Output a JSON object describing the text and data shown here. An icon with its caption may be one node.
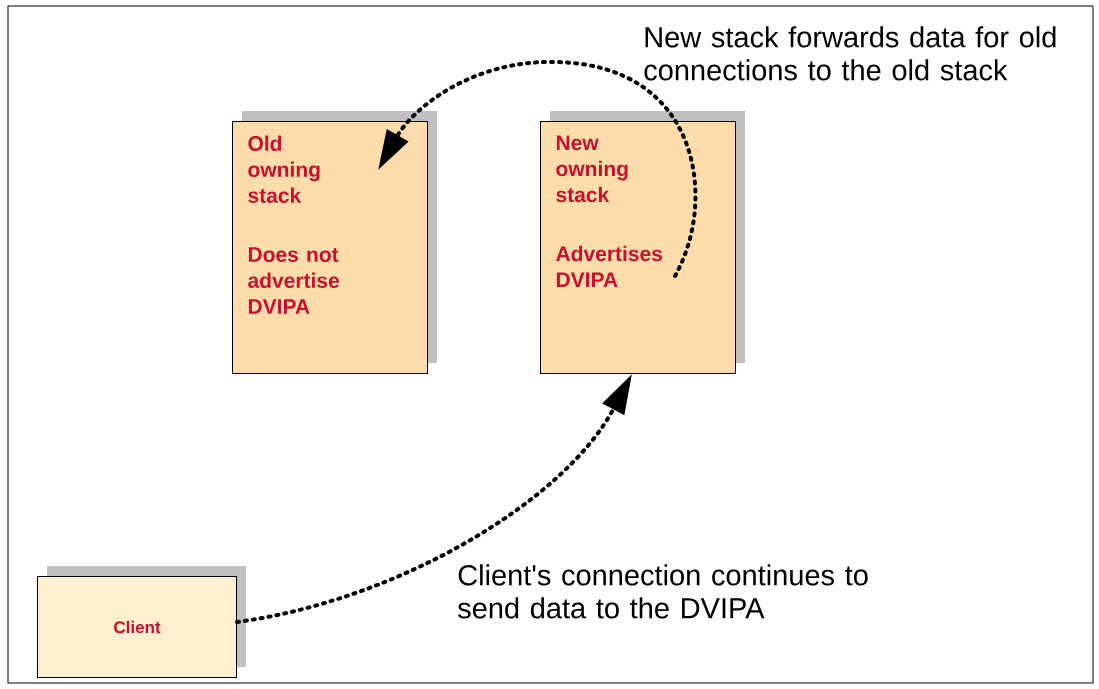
{
  "diagram": {
    "nodes": [
      {
        "text": [
          "Old owning stack",
          "Does not advertise DVIPA"
        ]
      },
      {
        "text": [
          "New owning stack",
          "Advertises DVIPA"
        ]
      },
      {
        "text": [
          "Client"
        ]
      }
    ],
    "edges": [
      {
        "from": 1,
        "to": 0,
        "arrow": "to",
        "label": "New stack forwards data for old connections to the old stack"
      },
      {
        "from": 2,
        "to": 1,
        "arrow": "to",
        "label": "Client's connection continues to send data to the DVIPA"
      }
    ]
  }
}
